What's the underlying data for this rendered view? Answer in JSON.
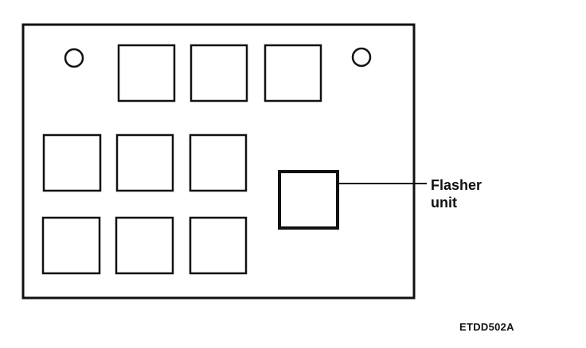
{
  "callout": {
    "line1": "Flasher",
    "line2": "unit"
  },
  "figure_code": "ETDD502A",
  "colors": {
    "stroke": "#111111",
    "background": "#ffffff"
  }
}
